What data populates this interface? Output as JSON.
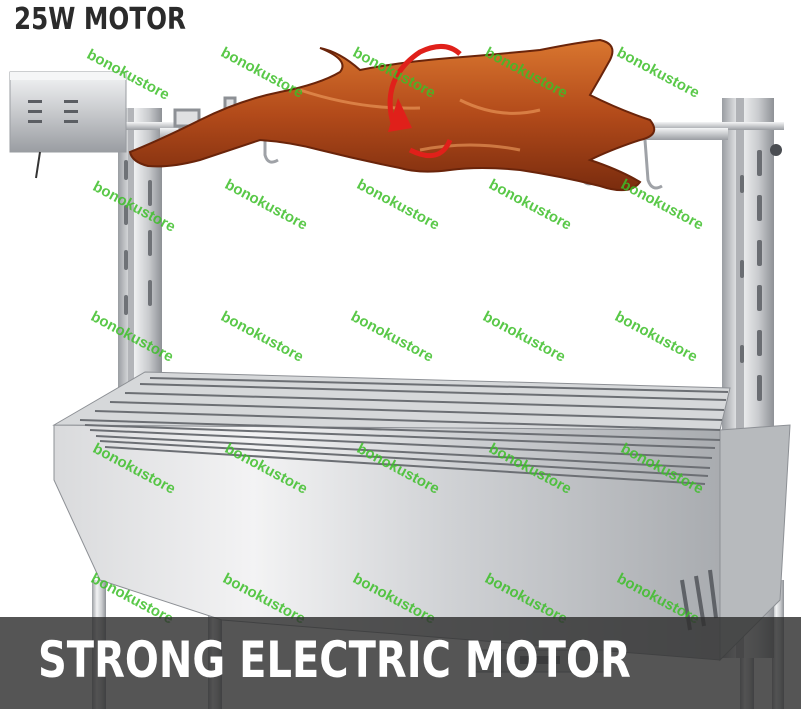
{
  "headline": "25W MOTOR",
  "banner": "STRONG ELECTRIC MOTOR",
  "watermark": "bonokustore",
  "colors": {
    "steel_light": "#e8e9eb",
    "steel_mid": "#c4c6c9",
    "steel_dark": "#8d9095",
    "meat": "#b8521e",
    "meat_dark": "#7a2c0e",
    "arrow": "#e0201a",
    "watermark": "#3cbe28",
    "banner_bg": "#303030"
  },
  "icons": [
    "rotation-arrow-icon"
  ]
}
